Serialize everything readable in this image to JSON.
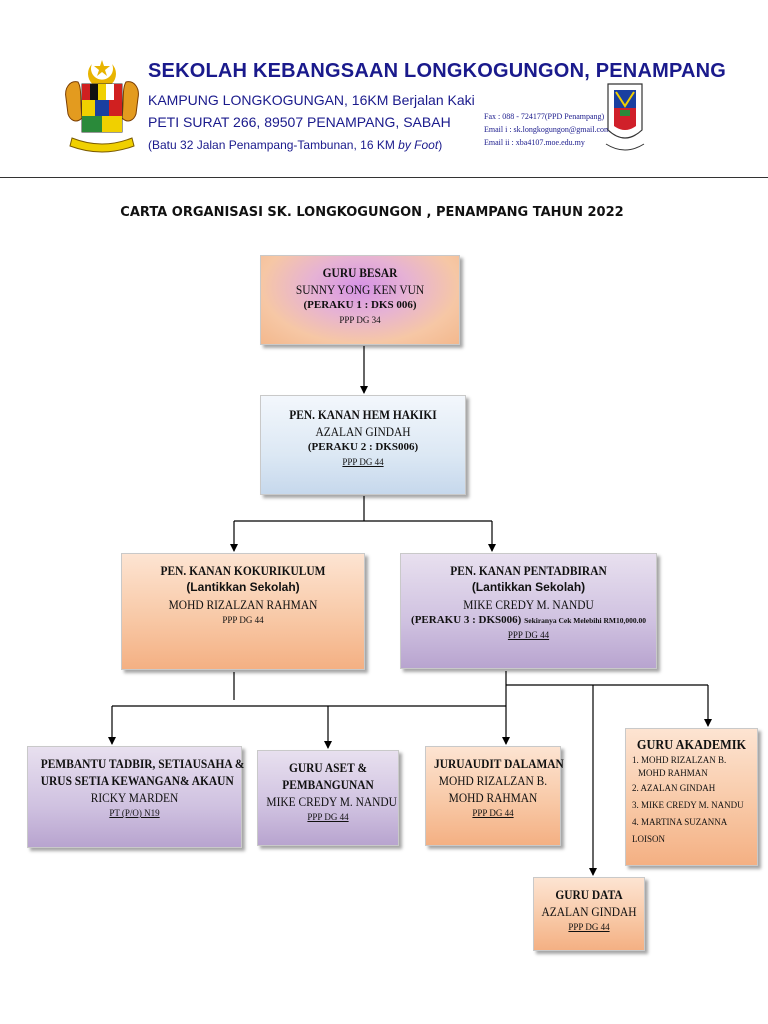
{
  "header": {
    "school_name": "SEKOLAH  KEBANGSAAN LONGKOGUNGON, PENAMPANG",
    "address_line1": "KAMPUNG LONGKOGUNGAN, 16KM Berjalan Kaki",
    "address_line2": "PETI SURAT 266, 89507 PENAMPANG, SABAH",
    "address_line3_prefix": "(Batu 32 Jalan Penampang-Tambunan, 16 KM ",
    "address_line3_italic": "by Foot",
    "address_line3_suffix": ")",
    "fax": "Fax : 088 - 724177(PPD Penampang)",
    "email1": "Email i : sk.longkogungon@gmail.com",
    "email2": "Email ii : xba4107.moe.edu.my"
  },
  "chart_title": "CARTA ORGANISASI SK. LONGKOGUNGON , PENAMPANG TAHUN 2022",
  "boxes": {
    "guru_besar": {
      "role": "GURU BESAR",
      "name": "SUNNY YONG KEN VUN",
      "peraku": "(PERAKU 1 : DKS 006)",
      "grade": "PPP DG 34"
    },
    "hem": {
      "role": "PEN. KANAN HEM HAKIKI",
      "name": "AZALAN GINDAH",
      "peraku": "(PERAKU 2 : DKS006)",
      "grade": "PPP DG 44"
    },
    "kokurikulum": {
      "role": "PEN. KANAN KOKURIKULUM",
      "note": "(Lantikkan Sekolah)",
      "name": "MOHD RIZALZAN RAHMAN",
      "grade": "PPP DG 44"
    },
    "pentadbiran": {
      "role": "PEN. KANAN PENTADBIRAN",
      "note": "(Lantikkan Sekolah)",
      "name": "MIKE CREDY M. NANDU",
      "peraku": "(PERAKU 3 : DKS006)",
      "peraku_note": "Sekiranya Cek Melebihi RM10,000.00",
      "grade": "PPP DG 44"
    },
    "pembantu": {
      "role_line1": "PEMBANTU TADBIR, SETIAUSAHA  &",
      "role_line2": "URUS SETIA KEWANGAN& AKAUN",
      "name": "RICKY MARDEN",
      "grade": "PT (P/O) N19"
    },
    "aset": {
      "role_line1": "GURU ASET &",
      "role_line2": "PEMBANGUNAN",
      "name": "MIKE CREDY M. NANDU",
      "grade": "PPP DG 44"
    },
    "juruaudit": {
      "role": "JURUAUDIT DALAMAN",
      "name_line1": "MOHD RIZALZAN B.",
      "name_line2": "MOHD RAHMAN",
      "grade": "PPP DG 44"
    },
    "akademik": {
      "role": "GURU AKADEMIK",
      "items": [
        "1. MOHD RIZALZAN B.",
        "MOHD RAHMAN",
        "2. AZALAN GINDAH",
        "3. MIKE CREDY M. NANDU",
        "4. MARTINA SUZANNA",
        "LOISON"
      ]
    },
    "data": {
      "role": "GURU DATA",
      "name": "AZALAN GINDAH",
      "grade": "PPP DG 44"
    }
  }
}
